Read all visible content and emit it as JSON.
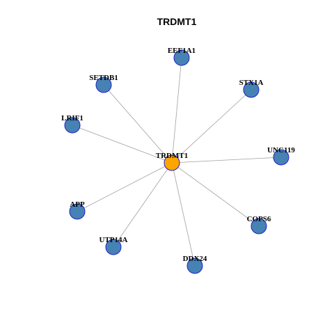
{
  "title": "TRDMT1",
  "colors": {
    "hub_fill": "#FFA500",
    "leaf_fill": "#4682B4",
    "node_stroke": "#1E22C8",
    "edge": "#A0A0A0"
  },
  "network": {
    "hub": {
      "id": "TRDMT1",
      "label": "TRDMT1"
    },
    "leaves": [
      {
        "id": "EEF1A1",
        "label": "EEF1A1"
      },
      {
        "id": "STX1A",
        "label": "STX1A"
      },
      {
        "id": "UNC119",
        "label": "UNC119"
      },
      {
        "id": "COPS6",
        "label": "COPS6"
      },
      {
        "id": "DDX24",
        "label": "DDX24"
      },
      {
        "id": "UTP14A",
        "label": "UTP14A"
      },
      {
        "id": "APP",
        "label": "APP"
      },
      {
        "id": "LRIF1",
        "label": "LRIF1"
      },
      {
        "id": "SETDB1",
        "label": "SETDB1"
      }
    ],
    "edges": [
      [
        "TRDMT1",
        "EEF1A1"
      ],
      [
        "TRDMT1",
        "STX1A"
      ],
      [
        "TRDMT1",
        "UNC119"
      ],
      [
        "TRDMT1",
        "COPS6"
      ],
      [
        "TRDMT1",
        "DDX24"
      ],
      [
        "TRDMT1",
        "UTP14A"
      ],
      [
        "TRDMT1",
        "APP"
      ],
      [
        "TRDMT1",
        "LRIF1"
      ],
      [
        "TRDMT1",
        "SETDB1"
      ]
    ]
  }
}
